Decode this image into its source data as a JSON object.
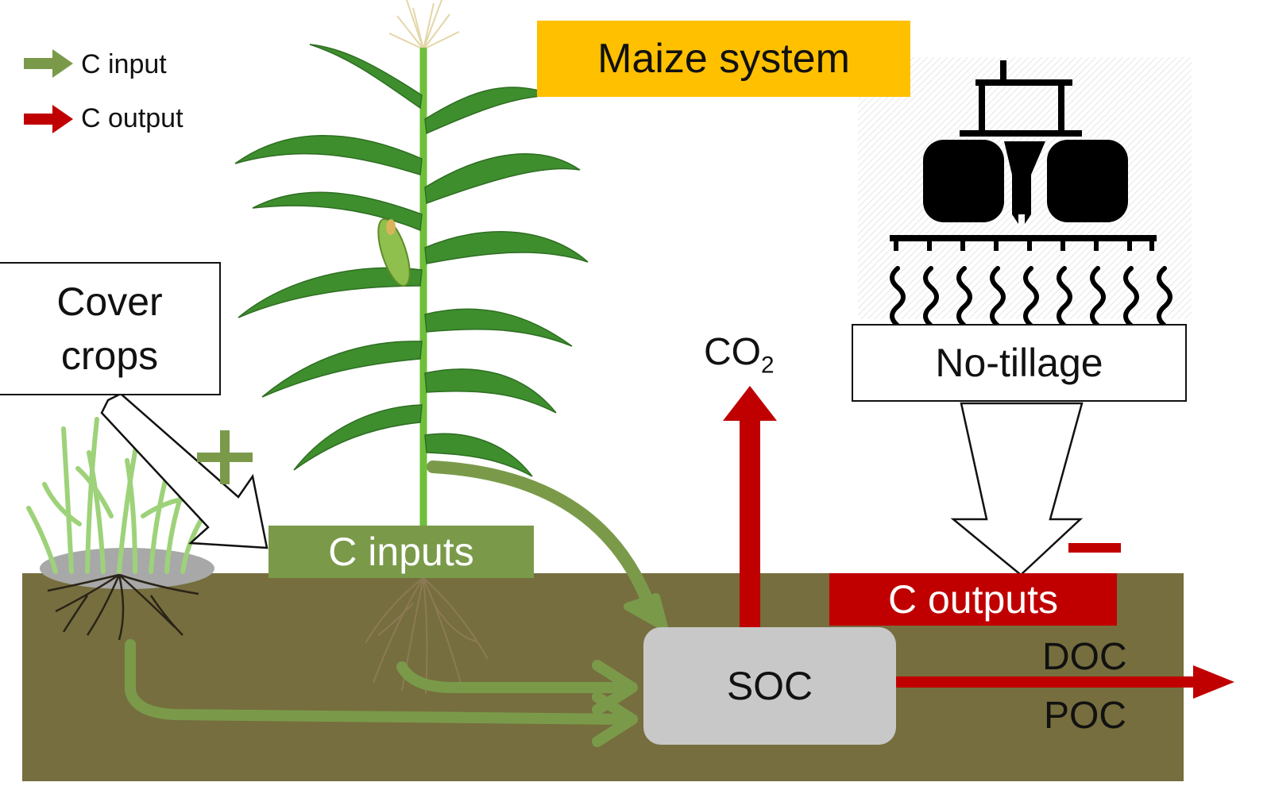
{
  "legend": {
    "input_label": "C input",
    "output_label": "C output",
    "input_color": "#7A9A4A",
    "output_color": "#C00000"
  },
  "title": "Maize system",
  "cover_crops": {
    "line1": "Cover",
    "line2": "crops"
  },
  "plus_sign": "+",
  "minus_sign": "−",
  "c_inputs_label": "C inputs",
  "c_outputs_label": "C outputs",
  "soc_label": "SOC",
  "co2": {
    "base": "CO",
    "subscript": "2"
  },
  "no_tillage_label": "No-tillage",
  "doc_label": "DOC",
  "poc_label": "POC",
  "colors": {
    "soil": "#766E3E",
    "title_bg": "#FFC000",
    "soc_bg": "#C8C8C8",
    "plant_green": "#3E8E2E",
    "cover_green": "#9ED27A"
  },
  "icons": [
    "maize-plant-icon",
    "cover-crop-plant-icon",
    "tractor-icon",
    "roots-icon"
  ]
}
